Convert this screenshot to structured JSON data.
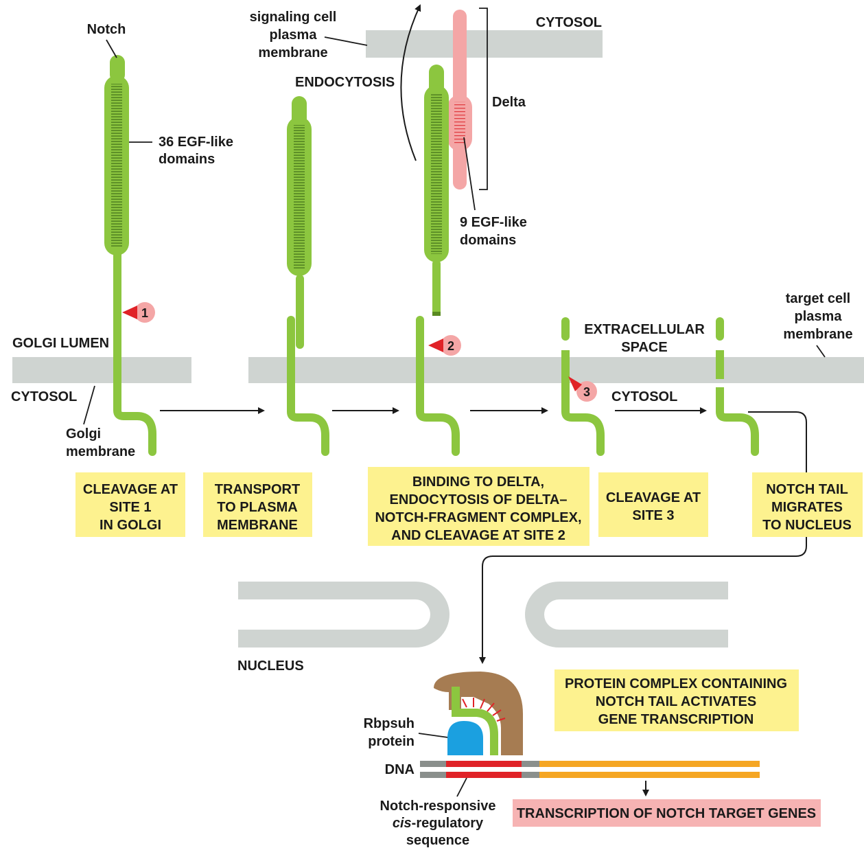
{
  "labels": {
    "notch": "Notch",
    "egf36_line1": "36 EGF-like",
    "egf36_line2": "domains",
    "signaling_line1": "signaling cell",
    "signaling_line2": "plasma",
    "signaling_line3": "membrane",
    "cytosol_top": "CYTOSOL",
    "endocytosis": "ENDOCYTOSIS",
    "delta": "Delta",
    "egf9_line1": "9 EGF-like",
    "egf9_line2": "domains",
    "golgi_lumen": "GOLGI LUMEN",
    "cytosol_left": "CYTOSOL",
    "golgi_membrane_line1": "Golgi",
    "golgi_membrane_line2": "membrane",
    "extracellular_line1": "EXTRACELLULAR",
    "extracellular_line2": "SPACE",
    "cytosol_right": "CYTOSOL",
    "target_line1": "target cell",
    "target_line2": "plasma",
    "target_line3": "membrane",
    "nucleus": "NUCLEUS",
    "rbpsuh_line1": "Rbpsuh",
    "rbpsuh_line2": "protein",
    "dna": "DNA",
    "responsive_line1": "Notch-responsive",
    "responsive_line2_italic": "cis",
    "responsive_line2_rest": "-regulatory",
    "responsive_line3": "sequence"
  },
  "sites": [
    "1",
    "2",
    "3"
  ],
  "steps": {
    "step1": [
      "CLEAVAGE AT",
      "SITE 1",
      "IN GOLGI"
    ],
    "step2": [
      "TRANSPORT",
      "TO PLASMA",
      "MEMBRANE"
    ],
    "step3": [
      "BINDING TO DELTA,",
      "ENDOCYTOSIS OF DELTA–",
      "NOTCH-FRAGMENT COMPLEX,",
      "AND CLEAVAGE AT SITE 2"
    ],
    "step4": [
      "CLEAVAGE AT",
      "SITE 3"
    ],
    "step5": [
      "NOTCH TAIL",
      "MIGRATES",
      "TO NUCLEUS"
    ],
    "complex": [
      "PROTEIN COMPLEX CONTAINING",
      "NOTCH TAIL ACTIVATES",
      "GENE TRANSCRIPTION"
    ],
    "transcription": "TRANSCRIPTION OF NOTCH TARGET GENES"
  },
  "colors": {
    "notch_green": "#8cc63f",
    "notch_dark": "#5a8a22",
    "delta_pink": "#f4a6a6",
    "delta_red": "#e0383e",
    "membrane_gray": "#cfd4d1",
    "yellow_box": "#fdf28f",
    "pink_box": "#f6b3b3",
    "rbpsuh_blue": "#1ba0e0",
    "complex_brown": "#a67c52",
    "dna_orange": "#f5a623",
    "dna_red": "#e02227",
    "dna_gray": "#8a8f8c",
    "cleavage_red": "#e02227",
    "cleavage_pink": "#f4a6a6"
  }
}
